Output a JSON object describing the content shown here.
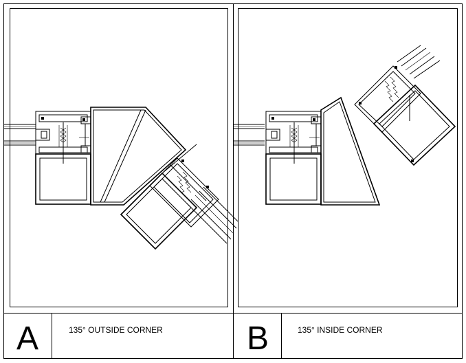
{
  "panels": [
    {
      "letter": "A",
      "caption": "135° OUTSIDE CORNER"
    },
    {
      "letter": "B",
      "caption": "135° INSIDE CORNER"
    }
  ]
}
